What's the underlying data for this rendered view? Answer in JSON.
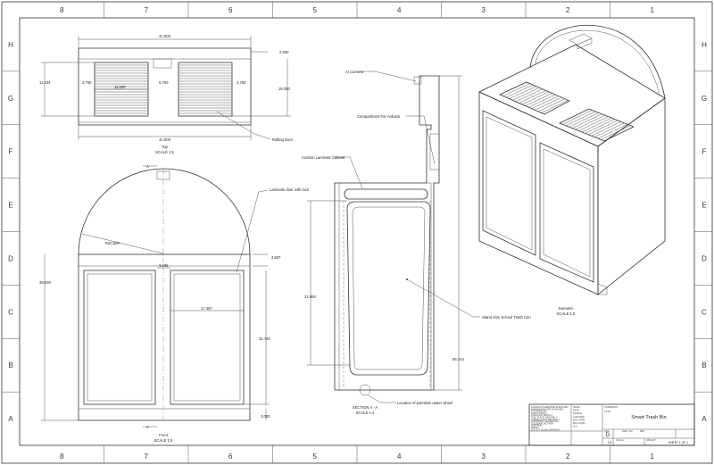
{
  "zones": {
    "columns": [
      "8",
      "7",
      "6",
      "5",
      "4",
      "3",
      "2",
      "1"
    ],
    "rows": [
      "H",
      "G",
      "F",
      "E",
      "D",
      "C",
      "B",
      "A"
    ]
  },
  "top_view": {
    "dims": {
      "overall_width": "41.000",
      "top_offset": "2.000",
      "height_left": "11.234",
      "height_right": "16.250",
      "gap_left": "3.750",
      "door_width": "11.000",
      "gap_mid": "6.750",
      "gap_right": "3.750",
      "bottom_width": "41.000"
    },
    "callout_rolling_door": "Rolling Door",
    "title": "Top",
    "scale": "SCALE 1:5"
  },
  "front_view": {
    "dims": {
      "radius": "R20.500",
      "center_gap": "3.035",
      "top_small": "2.507",
      "door_inner_width": "17.487",
      "overall_height": "39.000",
      "door_height": "31.740",
      "base": "3.000"
    },
    "callout_door": "Laminate door with lock",
    "section_mark": "A",
    "title": "Front",
    "scale": "SCALE 1:5"
  },
  "section_view": {
    "callouts": {
      "camera": "AI Camera",
      "arduino": "Compartment For Arduino",
      "cabinet": "Custom Laminate Cabinet",
      "trash_can": "Stand Size School Trash Can",
      "caster": "Location of potential caster wheel"
    },
    "dims": {
      "can_height": "31.000",
      "overall_height": "56.744"
    },
    "title": "SECTION A - A",
    "scale": "SCALE 1:4"
  },
  "iso_view": {
    "title": "Isometric",
    "scale": "SCALE 1:5"
  },
  "title_block": {
    "name": "Smart Trash Bin",
    "size": "D",
    "scale": "1:8",
    "sheet": "SHEET 1 OF 1",
    "notes": [
      "UNLESS OTHERWISE SPECIFIED:",
      "DIMENSIONS ARE IN INCHES",
      "TOLERANCES:",
      "FRACTIONAL ±",
      "ANGULAR: MACH ±",
      "TWO PLACE DECIMAL ±",
      "THREE PLACE DECIMAL ±",
      "INTERPRET GEOMETRIC",
      "TOLERANCING PER:",
      "MATERIAL",
      "FINISH",
      "DO NOT SCALE DRAWING"
    ],
    "cells": [
      "NAME",
      "DATE",
      "DRAWN",
      "CHECKED",
      "ENG APPR.",
      "MFG APPR.",
      "Q.A.",
      "COMMENTS:",
      "TITLE:",
      "SIZE",
      "DWG. NO.",
      "REV",
      "SCALE",
      "WEIGHT:"
    ]
  }
}
